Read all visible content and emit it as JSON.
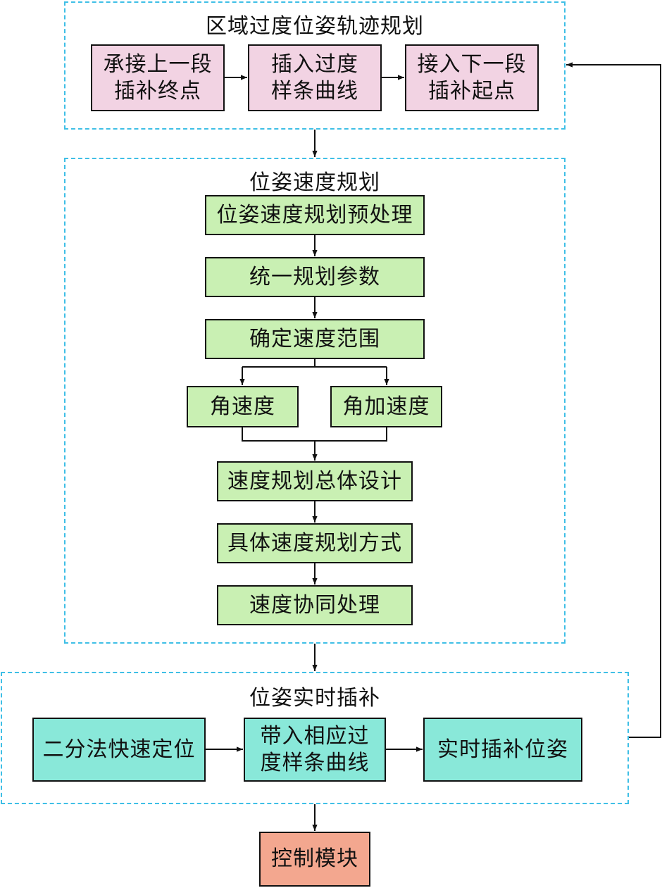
{
  "colors": {
    "group_border": "#3fbfe6",
    "pink_box": "#f2d3e3",
    "green_box": "#c9f0b3",
    "teal_box": "#89e8d9",
    "salmon_box": "#f3a78f",
    "line": "#111111"
  },
  "groups": {
    "transition": {
      "title": "区域过度位姿轨迹规划",
      "boxes": [
        "承接上一段\n插补终点",
        "插入过度\n样条曲线",
        "接入下一段\n插补起点"
      ]
    },
    "speed": {
      "title": "位姿速度规划",
      "steps": [
        "位姿速度规划预处理",
        "统一规划参数",
        "确定速度范围"
      ],
      "branches": [
        "角速度",
        "角加速度"
      ],
      "steps_after": [
        "速度规划总体设计",
        "具体速度规划方式",
        "速度协同处理"
      ]
    },
    "realtime": {
      "title": "位姿实时插补",
      "boxes": [
        "二分法快速定位",
        "带入相应过\n度样条曲线",
        "实时插补位姿"
      ]
    }
  },
  "control": {
    "label": "控制模块"
  }
}
